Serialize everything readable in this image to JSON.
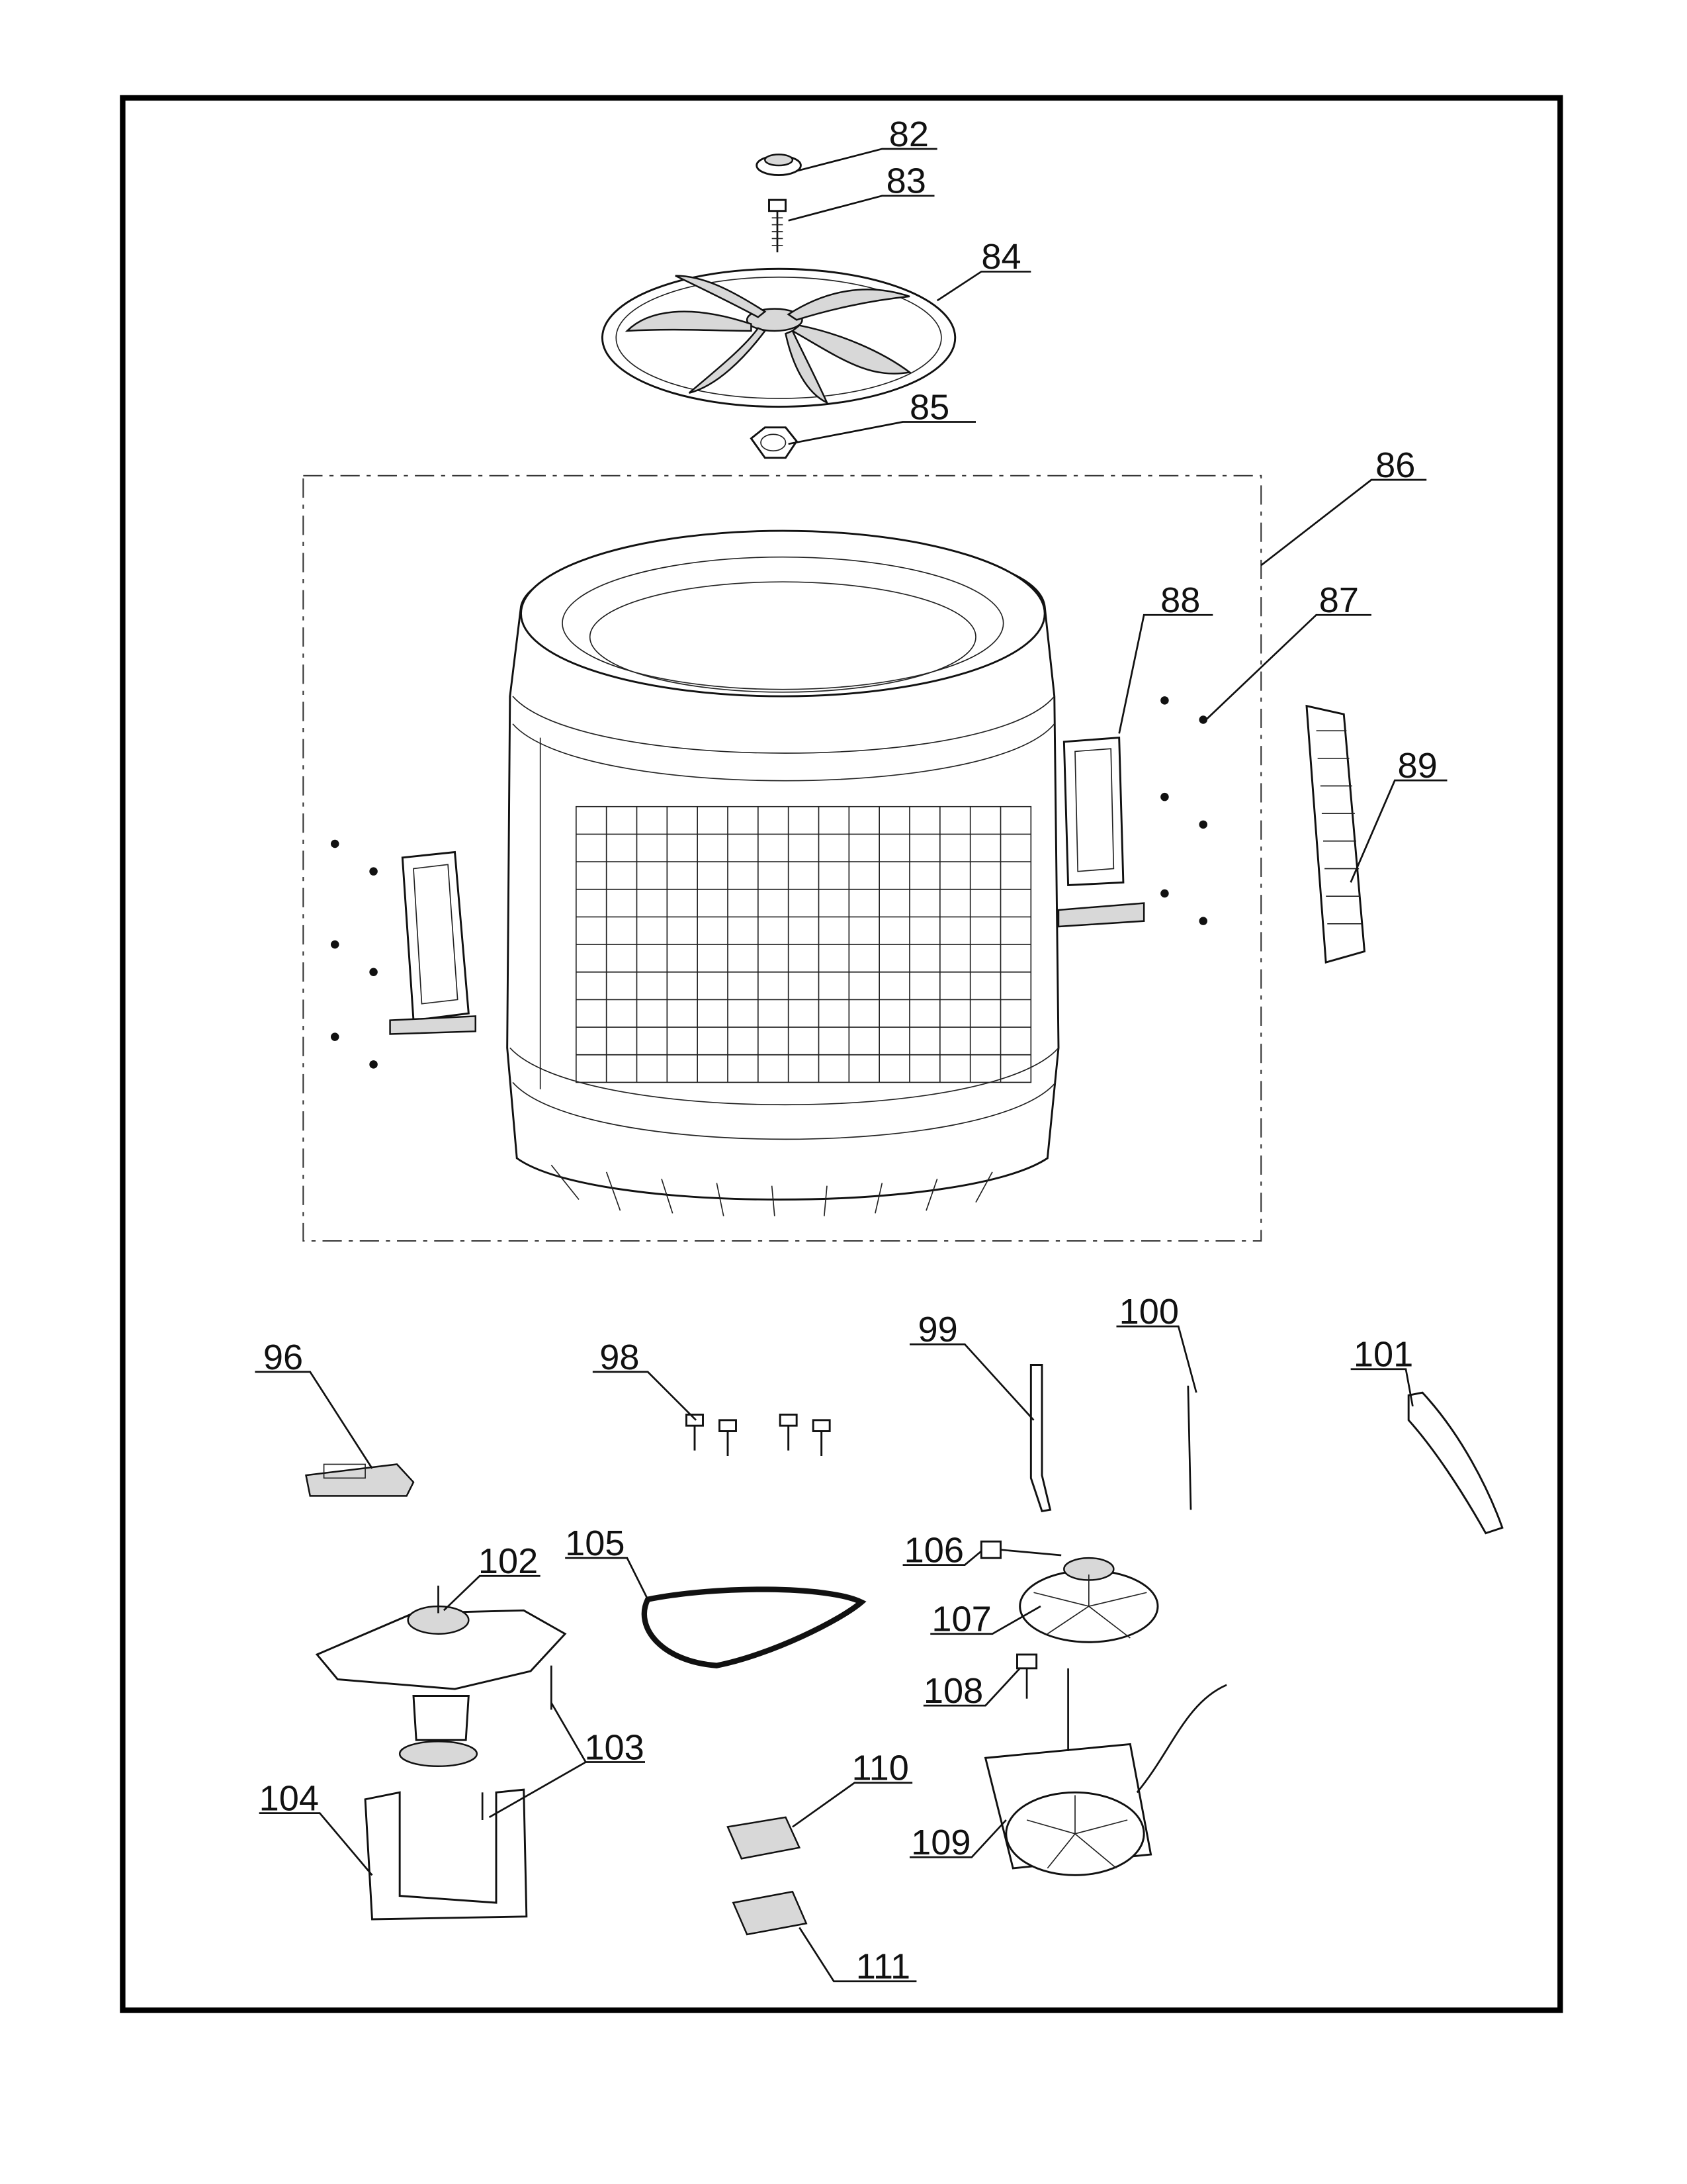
{
  "diagram": {
    "type": "exploded-parts-view",
    "callouts": {
      "c82": "82",
      "c83": "83",
      "c84": "84",
      "c85": "85",
      "c86": "86",
      "c87": "87",
      "c88": "88",
      "c89": "89",
      "c96": "96",
      "c98": "98",
      "c99": "99",
      "c100": "100",
      "c101": "101",
      "c102": "102",
      "c103": "103",
      "c104": "104",
      "c105": "105",
      "c106": "106",
      "c107": "107",
      "c108": "108",
      "c109": "109",
      "c110": "110",
      "c111": "111"
    }
  }
}
